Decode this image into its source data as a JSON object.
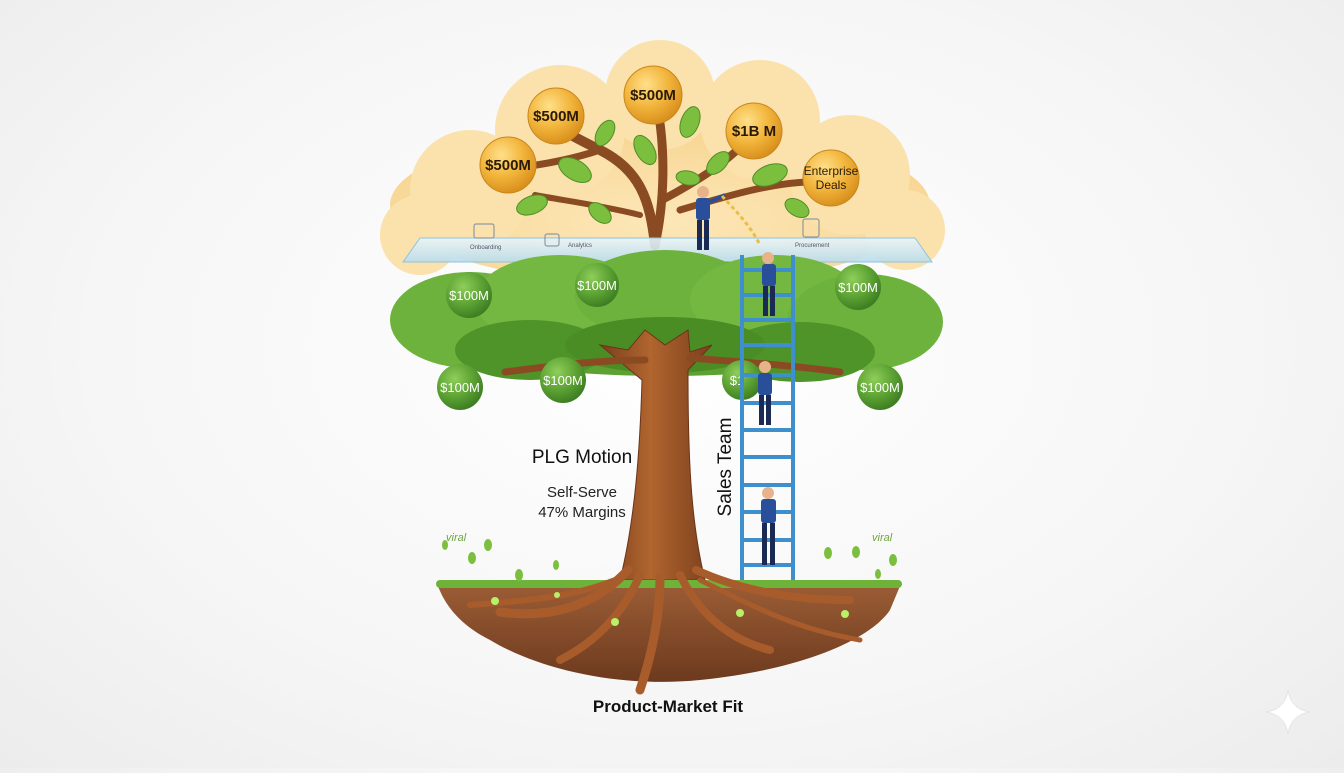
{
  "labels": {
    "plg_motion": "PLG Motion",
    "self_serve": "Self-Serve",
    "margins": "47% Margins",
    "sales_team": "Sales Team",
    "product_market_fit": "Product-Market Fit",
    "viral_left": "viral",
    "viral_right": "viral"
  },
  "gold_fruits": [
    {
      "label": "$500M"
    },
    {
      "label": "$500M"
    },
    {
      "label": "$500M"
    },
    {
      "label": "$1B M"
    },
    {
      "label": "Enterprise",
      "label2": "Deals"
    }
  ],
  "green_fruits": [
    {
      "label": "$100M"
    },
    {
      "label": "$100M"
    },
    {
      "label": "$100M"
    },
    {
      "label": "$100M"
    },
    {
      "label": "$100M"
    },
    {
      "label": "$1"
    },
    {
      "label": "$100M"
    }
  ],
  "shelf_icons": [
    {
      "label": "Onboarding"
    },
    {
      "label": "Analytics"
    },
    {
      "label": "Procurement"
    }
  ],
  "colors": {
    "gold": "#f0b43a",
    "leaf_green": "#6ab43a",
    "trunk": "#9a5528",
    "soil": "#8a4f2c",
    "ladder": "#3f8fcc",
    "suit": "#2a4f9a"
  }
}
